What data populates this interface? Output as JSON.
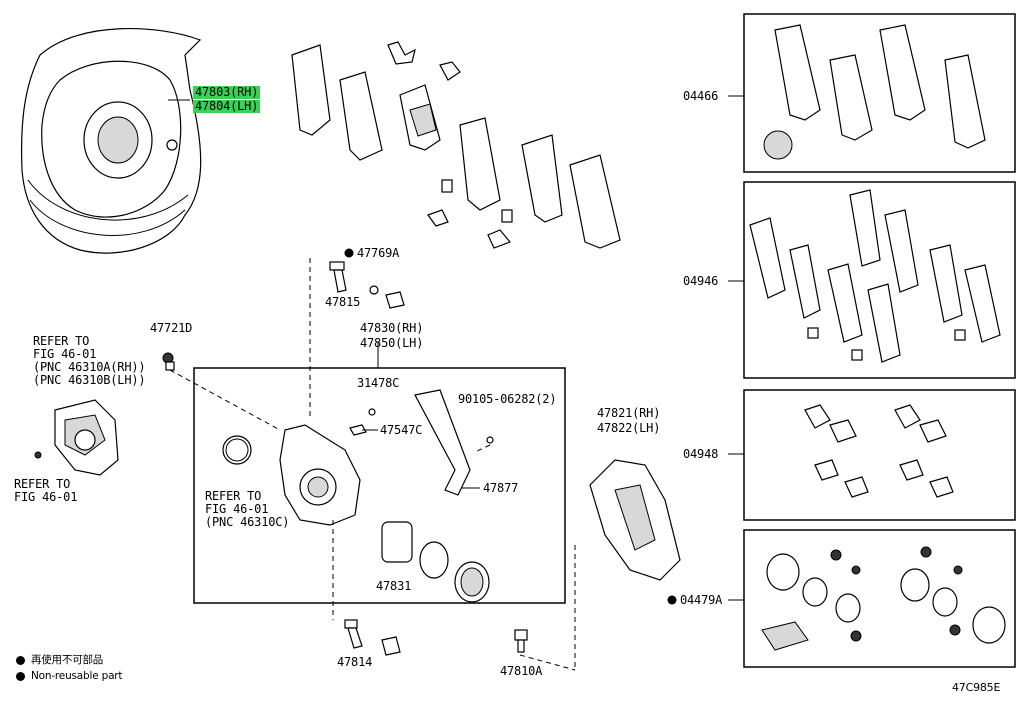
{
  "labels": {
    "shield_rh": "47803(RH)",
    "shield_lh": "47804(LH)",
    "nonreuse_769": "47769A",
    "bolt_815": "47815",
    "caliper_rh": "47830(RH)",
    "caliper_lh": "47850(LH)",
    "plug_721": "47721D",
    "bleeder_cap": "31478C",
    "bleeder": "47547C",
    "bolt_90105": "90105-06282(2)",
    "lining": "47877",
    "piston": "47831",
    "mounting_rh": "47821(RH)",
    "mounting_lh": "47822(LH)",
    "bolt_814": "47814",
    "bolt_810": "47810A",
    "pad_kit_1": "04466",
    "pad_kit_2": "04946",
    "fitting_kit": "04948",
    "cyl_kit": "04479A"
  },
  "refer_left": [
    "REFER TO",
    "FIG 46-01",
    "(PNC 46310A(RH))",
    "(PNC 46310B(LH))"
  ],
  "refer_left2": [
    "REFER TO",
    "FIG 46-01"
  ],
  "refer_center": [
    "REFER TO",
    "FIG 46-01",
    "(PNC 46310C)"
  ],
  "legend": {
    "jp": "再使用不可部品",
    "en": "Non-reusable part"
  },
  "figure_code": "47C985E",
  "colors": {
    "highlight": "#39d353"
  }
}
